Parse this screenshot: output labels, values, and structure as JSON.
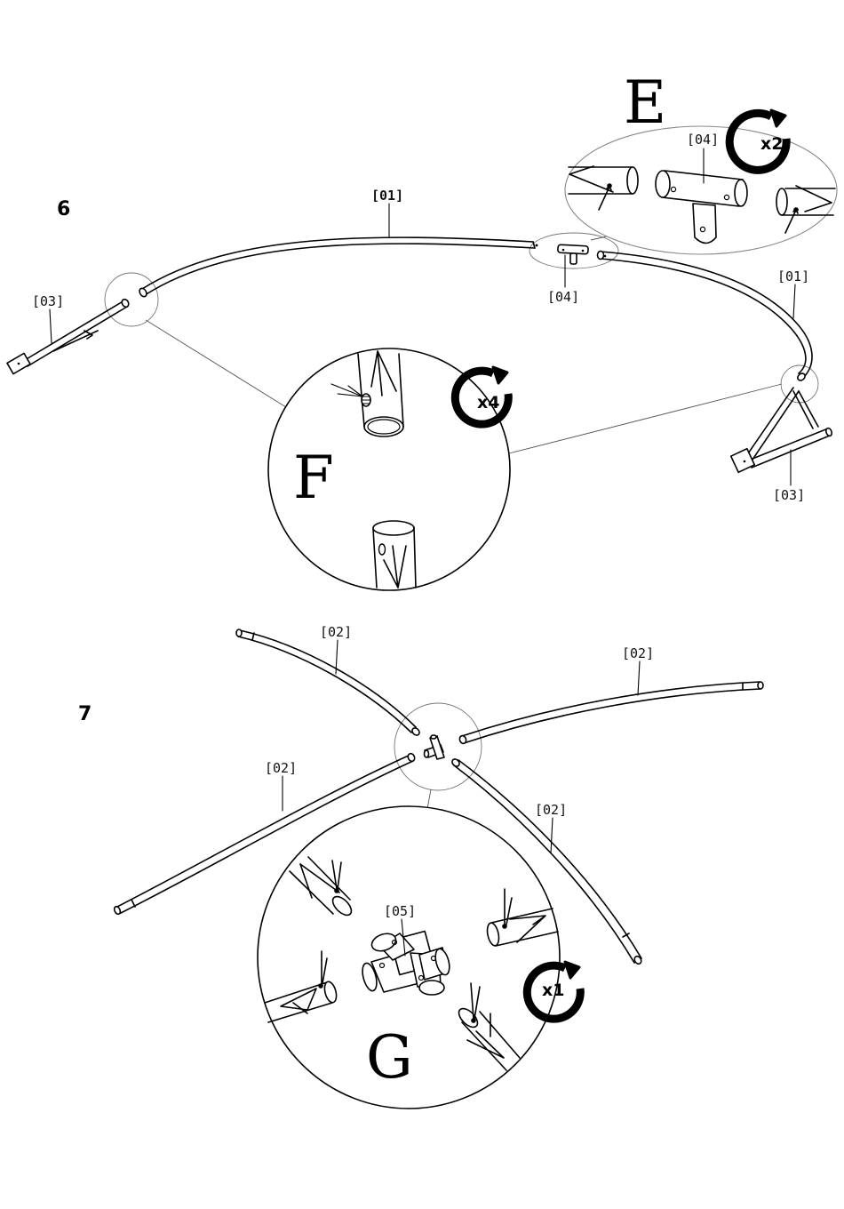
{
  "steps": [
    {
      "number": "6",
      "labels": {
        "pole_top": "[01]",
        "pole_right": "[01]",
        "connector": "[04]",
        "leg_left": "[03]",
        "leg_right": "[03]"
      },
      "detail_e": {
        "letter": "E",
        "part_label": "[04]",
        "count": "x2"
      },
      "detail_f": {
        "letter": "F",
        "count": "x4"
      }
    },
    {
      "number": "7",
      "labels": {
        "pole_top_left": "[02]",
        "pole_top_right": "[02]",
        "pole_bottom_left": "[02]",
        "pole_bottom_right": "[02]"
      },
      "detail_g": {
        "letter": "G",
        "part_label": "[05]",
        "count": "x1"
      }
    }
  ],
  "icons": [
    "rotate-clockwise-icon",
    "arrow-pointer-icon"
  ]
}
